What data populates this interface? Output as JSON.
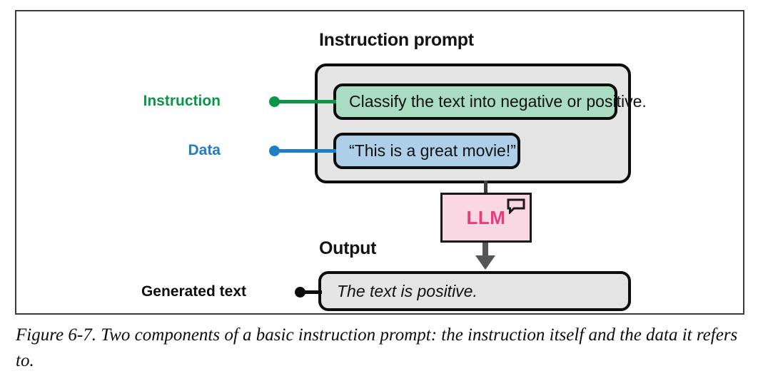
{
  "figure": {
    "frame_border_color": "#3c3c3c",
    "caption": "Figure 6-7. Two components of a basic instruction prompt: the instruction itself and the data it refers to."
  },
  "diagram": {
    "prompt_section": {
      "heading": "Instruction prompt",
      "panel_color": "#e4e4e4",
      "boxes": [
        {
          "name": "instruction",
          "text": "Classify the text into negative or positive.",
          "fill": "#a9dcc1",
          "label": "Instruction",
          "label_color": "#0a9646"
        },
        {
          "name": "data",
          "text": "“This is a great movie!”",
          "fill": "#aecfe8",
          "label": "Data",
          "label_color": "#1f7ec4"
        }
      ]
    },
    "model": {
      "label": "LLM",
      "fill": "#f9d8e3",
      "text_color": "#ea3b7b",
      "icon": "speech-bubble-icon"
    },
    "output_section": {
      "heading": "Output",
      "label": "Generated text",
      "label_color": "#0d0d0d",
      "text": "The text is positive.",
      "fill": "#e4e4e4"
    },
    "arrow_color": "#555555"
  }
}
